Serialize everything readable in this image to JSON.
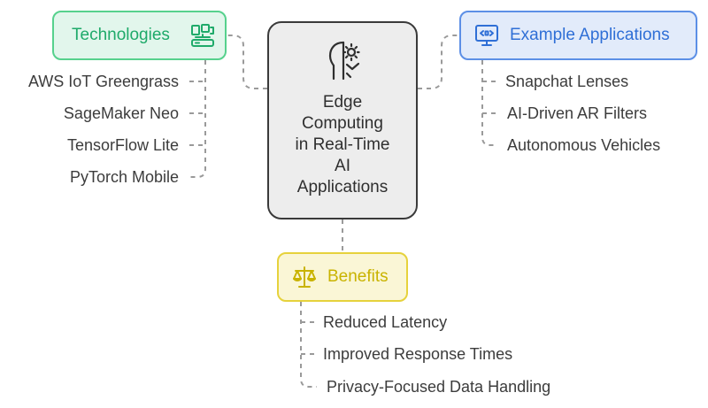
{
  "central": {
    "title": "Edge\nComputing\nin Real-Time\nAI\nApplications",
    "icon": "head-gear-icon"
  },
  "technologies": {
    "label": "Technologies",
    "icon": "devices-network-icon",
    "items": [
      "AWS IoT Greengrass",
      "SageMaker Neo",
      "TensorFlow Lite",
      "PyTorch Mobile"
    ]
  },
  "example_applications": {
    "label": "Example Applications",
    "icon": "monitor-code-icon",
    "items": [
      "Snapchat Lenses",
      "AI-Driven AR Filters",
      "Autonomous Vehicles"
    ]
  },
  "benefits": {
    "label": "Benefits",
    "icon": "balance-scale-icon",
    "items": [
      "Reduced Latency",
      "Improved Response Times",
      "Privacy-Focused Data Handling"
    ]
  },
  "colors": {
    "technologies": "#1faa6a",
    "example_applications": "#2f6fd6",
    "benefits": "#c9b300",
    "connector": "#9a9a9a"
  }
}
